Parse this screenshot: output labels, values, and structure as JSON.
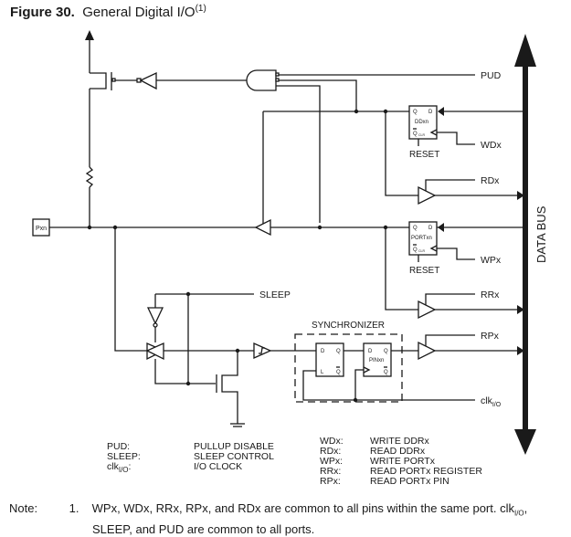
{
  "figure": {
    "number": "Figure 30.",
    "title": "General Digital I/O",
    "footnote_ref": "(1)"
  },
  "signals": {
    "pin": "Pxn",
    "pud": "PUD",
    "wdx": "WDx",
    "rdx": "RDx",
    "wpx": "WPx",
    "rrx": "RRx",
    "rpx": "RPx",
    "sleep": "SLEEP",
    "clk": "clk",
    "clk_sub": "I/O",
    "data_bus": "DATA BUS",
    "synchronizer": "SYNCHRONIZER"
  },
  "blocks": {
    "ddxn": {
      "name": "DDxn",
      "q": "Q",
      "d": "D",
      "qbar": "Q",
      "clr": "CLR",
      "reset": "RESET"
    },
    "portxn": {
      "name": "PORTxn",
      "q": "Q",
      "d": "D",
      "qbar": "Q",
      "clr": "CLR",
      "reset": "RESET"
    },
    "latch": {
      "d": "D",
      "q": "Q",
      "l": "L",
      "qbar": "Q"
    },
    "pinxn": {
      "name": "PINxn",
      "d": "D",
      "q": "Q",
      "qbar": "Q"
    }
  },
  "legend_left": [
    {
      "key": "PUD:",
      "value": "PULLUP DISABLE"
    },
    {
      "key": "SLEEP:",
      "value": "SLEEP CONTROL"
    },
    {
      "key": "clk",
      "key_sub": "I/O",
      "key_suffix": ":",
      "value": "I/O CLOCK"
    }
  ],
  "legend_right": [
    {
      "key": "WDx:",
      "value": "WRITE DDRx"
    },
    {
      "key": "RDx:",
      "value": "READ DDRx"
    },
    {
      "key": "WPx:",
      "value": "WRITE PORTx"
    },
    {
      "key": "RRx:",
      "value": "READ PORTx REGISTER"
    },
    {
      "key": "RPx:",
      "value": "READ PORTx PIN"
    }
  ],
  "note": {
    "label": "Note:",
    "number": "1.",
    "text_a": "WPx, WDx, RRx, RPx, and RDx are common to all pins within the same port. clk",
    "text_sub": "I/O",
    "text_b": ",",
    "line2": "SLEEP, and PUD are common to all ports."
  }
}
